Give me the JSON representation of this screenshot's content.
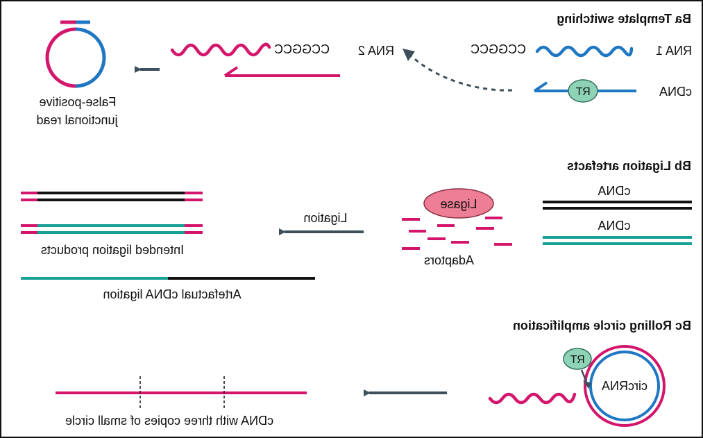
{
  "colors": {
    "magenta": "#d3166c",
    "blue": "#1f77c4",
    "teal": "#17a096",
    "black": "#111111",
    "rt_fill": "#8fd3b6",
    "ligase_fill": "#ee7e95",
    "arrow": "#3d4f5b"
  },
  "section_a": {
    "header": "Ba  Template switching",
    "rna1": "RNA 1",
    "rna1_seq": "CCGGCC",
    "cdna": "cDNA",
    "rt": "RT",
    "rna2": "RNA 2",
    "rna2_seq": "CCGGCC",
    "false_positive_line1": "False-positive",
    "false_positive_line2": "junctional read"
  },
  "section_b": {
    "header": "Bb  Ligation artefacts",
    "cdna_top": "cDNA",
    "cdna_bottom": "cDNA",
    "ligase": "Ligase",
    "adaptors": "Adaptors",
    "ligation": "Ligation",
    "intended": "Intended ligation products",
    "artefactual": "Artefactual cDNA ligation"
  },
  "section_c": {
    "header": "Bc  Rolling circle amplification",
    "rt": "RT",
    "circrna": "circRNA",
    "product": "cDNA with three copies of small circle"
  }
}
